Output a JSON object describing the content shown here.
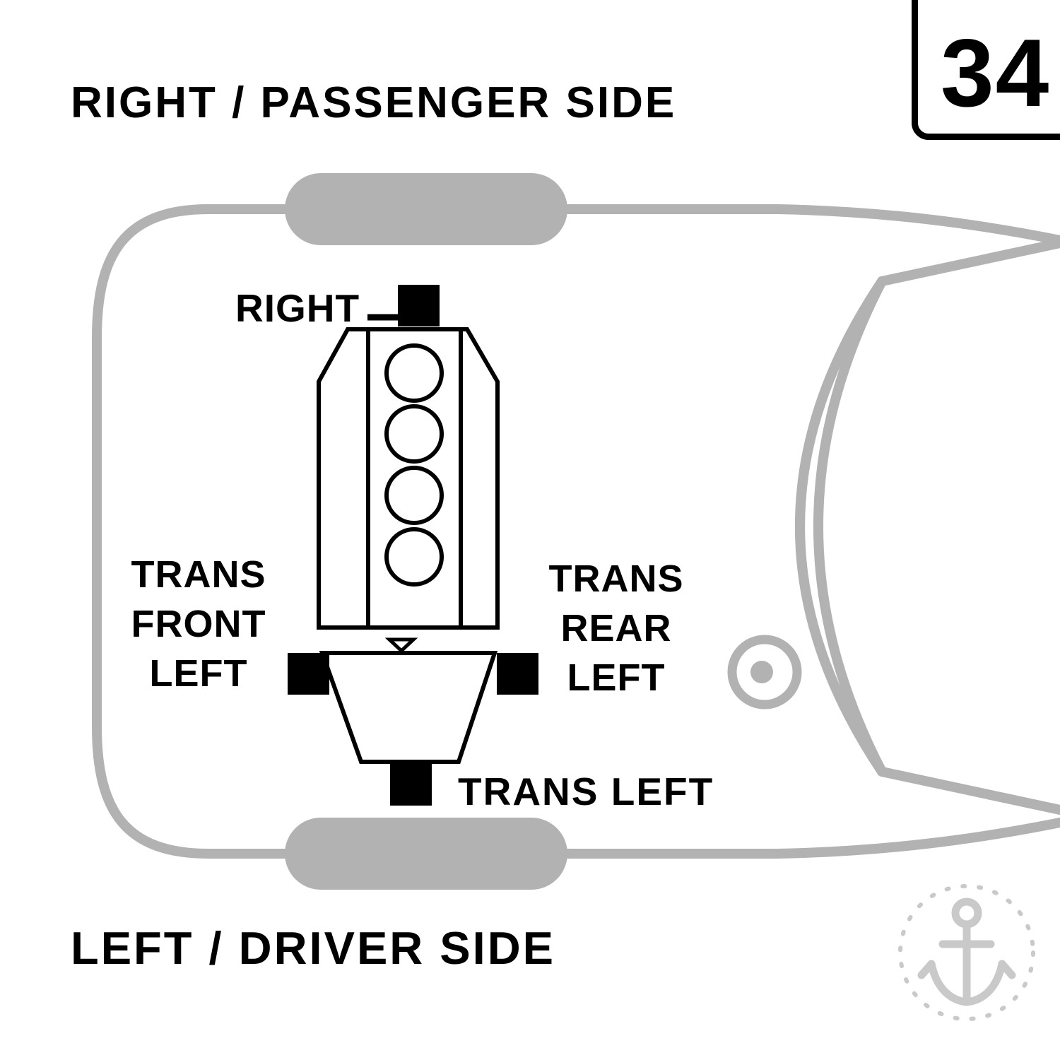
{
  "page": {
    "top_title": "RIGHT / PASSENGER SIDE",
    "bottom_title": "LEFT / DRIVER SIDE",
    "number": "34"
  },
  "labels": {
    "right": "RIGHT",
    "trans_front_left": [
      "TRANS",
      "FRONT",
      "LEFT"
    ],
    "trans_rear_left": [
      "TRANS",
      "REAR",
      "LEFT"
    ],
    "trans_left": "TRANS LEFT"
  },
  "colors": {
    "car_outline": "#b2b2b2",
    "diagram_line": "#000000",
    "mount_fill": "#000000",
    "watermark": "#c9c9c9",
    "background": "#ffffff"
  }
}
